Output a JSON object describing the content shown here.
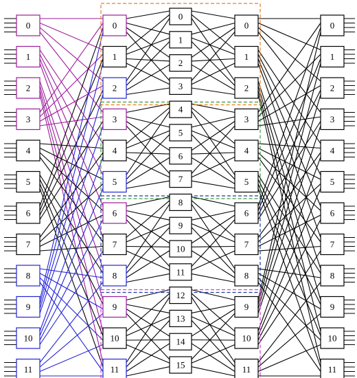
{
  "stages": [
    {
      "id": "stage-1",
      "labels": [
        "0",
        "1",
        "2",
        "3",
        "4",
        "5",
        "6",
        "7",
        "8",
        "9",
        "10",
        "11"
      ]
    },
    {
      "id": "stage-2",
      "labels": [
        "0",
        "1",
        "2",
        "3",
        "4",
        "5",
        "6",
        "7",
        "8",
        "9",
        "10",
        "11"
      ]
    },
    {
      "id": "stage-3",
      "labels": [
        "0",
        "1",
        "2",
        "3",
        "4",
        "5",
        "6",
        "7",
        "8",
        "9",
        "10",
        "11",
        "12",
        "13",
        "14",
        "15"
      ]
    },
    {
      "id": "stage-4",
      "labels": [
        "0",
        "1",
        "2",
        "3",
        "4",
        "5",
        "6",
        "7",
        "8",
        "9",
        "10",
        "11"
      ]
    },
    {
      "id": "stage-5",
      "labels": [
        "0",
        "1",
        "2",
        "3",
        "4",
        "5",
        "6",
        "7",
        "8",
        "9",
        "10",
        "11"
      ]
    }
  ],
  "colors": {
    "purple": "#9b1c9b",
    "blue": "#2323d6",
    "black": "#000000",
    "orange": "#e8801c",
    "green": "#3c9a3c",
    "darkblue": "#1f3c9e",
    "magenta": "#d63ad6"
  }
}
